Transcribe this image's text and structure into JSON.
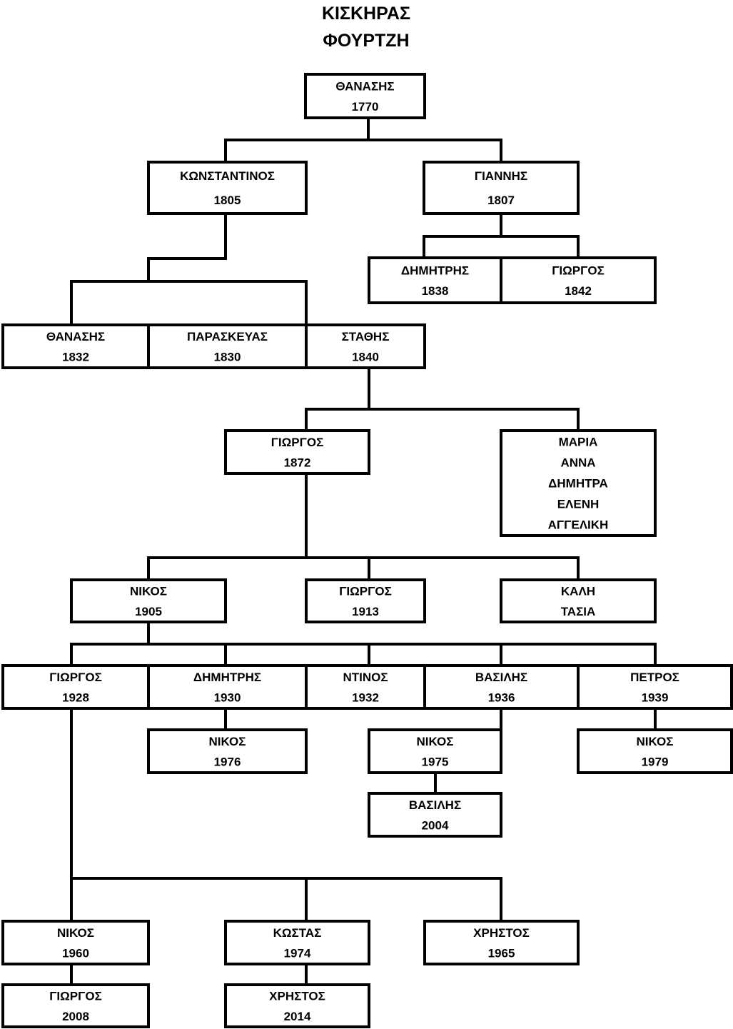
{
  "title": {
    "line1": "ΚΙΣΚΗΡΑΣ",
    "line2": "ΦΟΥΡΤΖΗ"
  },
  "colors": {
    "line": "#000000",
    "box_fill": "#ffffff",
    "text": "#000000"
  },
  "nodes": [
    {
      "id": "n1",
      "lines": [
        "ΘΑΝΑΣΗΣ",
        "1770"
      ]
    },
    {
      "id": "n2",
      "lines": [
        "ΚΩΝΣΤΑΝΤΙΝΟΣ",
        "1805"
      ]
    },
    {
      "id": "n3",
      "lines": [
        "ΓΙΑΝΝΗΣ",
        "1807"
      ]
    },
    {
      "id": "n4",
      "lines": [
        "ΔΗΜΗΤΡΗΣ",
        "1838"
      ]
    },
    {
      "id": "n5",
      "lines": [
        "ΓΙΩΡΓΟΣ",
        "1842"
      ]
    },
    {
      "id": "n6",
      "lines": [
        "ΘΑΝΑΣΗΣ",
        "1832"
      ]
    },
    {
      "id": "n7",
      "lines": [
        "ΠΑΡΑΣΚΕΥΑΣ",
        "1830"
      ]
    },
    {
      "id": "n8",
      "lines": [
        "ΣΤΑΘΗΣ",
        "1840"
      ]
    },
    {
      "id": "n9",
      "lines": [
        "ΓΙΩΡΓΟΣ",
        "1872"
      ]
    },
    {
      "id": "n10",
      "lines": [
        "ΜΑΡΙΑ",
        "ΑΝΝΑ",
        "ΔΗΜΗΤΡΑ",
        "ΕΛΕΝΗ",
        "ΑΓΓΕΛΙΚΗ"
      ]
    },
    {
      "id": "n11",
      "lines": [
        "ΝΙΚΟΣ",
        "1905"
      ]
    },
    {
      "id": "n12",
      "lines": [
        "ΓΙΩΡΓΟΣ",
        "1913"
      ]
    },
    {
      "id": "n13",
      "lines": [
        "ΚΑΛΗ",
        "ΤΑΣΙΑ"
      ]
    },
    {
      "id": "n14",
      "lines": [
        "ΓΙΩΡΓΟΣ",
        "1928"
      ]
    },
    {
      "id": "n15",
      "lines": [
        "ΔΗΜΗΤΡΗΣ",
        "1930"
      ]
    },
    {
      "id": "n16",
      "lines": [
        "ΝΤΙΝΟΣ",
        "1932"
      ]
    },
    {
      "id": "n17",
      "lines": [
        "ΒΑΣΙΛΗΣ",
        "1936"
      ]
    },
    {
      "id": "n18",
      "lines": [
        "ΠΕΤΡΟΣ",
        "1939"
      ]
    },
    {
      "id": "n19",
      "lines": [
        "ΝΙΚΟΣ",
        "1976"
      ]
    },
    {
      "id": "n20",
      "lines": [
        "ΝΙΚΟΣ",
        "1975"
      ]
    },
    {
      "id": "n21",
      "lines": [
        "ΝΙΚΟΣ",
        "1979"
      ]
    },
    {
      "id": "n22",
      "lines": [
        "ΒΑΣΙΛΗΣ",
        "2004"
      ]
    },
    {
      "id": "n23",
      "lines": [
        "ΝΙΚΟΣ",
        "1960"
      ]
    },
    {
      "id": "n24",
      "lines": [
        "ΚΩΣΤΑΣ",
        "1974"
      ]
    },
    {
      "id": "n25",
      "lines": [
        "ΧΡΗΣΤΟΣ",
        "1965"
      ]
    },
    {
      "id": "n26",
      "lines": [
        "ΓΙΩΡΓΟΣ",
        "2008"
      ]
    },
    {
      "id": "n27",
      "lines": [
        "ΧΡΗΣΤΟΣ",
        "2014"
      ]
    }
  ],
  "relations": [
    {
      "parent": "n1",
      "children": [
        "n2",
        "n3"
      ]
    },
    {
      "parent": "n3",
      "children": [
        "n4",
        "n5"
      ]
    },
    {
      "parent": "n2",
      "children": [
        "n6",
        "n7",
        "n8"
      ]
    },
    {
      "parent": "n8",
      "children": [
        "n9",
        "n10"
      ]
    },
    {
      "parent": "n9",
      "children": [
        "n11",
        "n12",
        "n13"
      ]
    },
    {
      "parent": "n11",
      "children": [
        "n14",
        "n15",
        "n16",
        "n17",
        "n18"
      ]
    },
    {
      "parent": "n15",
      "children": [
        "n19"
      ]
    },
    {
      "parent": "n17",
      "children": [
        "n20"
      ]
    },
    {
      "parent": "n20",
      "children": [
        "n22"
      ]
    },
    {
      "parent": "n18",
      "children": [
        "n21"
      ]
    },
    {
      "parent": "n14",
      "children": [
        "n23",
        "n24",
        "n25"
      ]
    },
    {
      "parent": "n23",
      "children": [
        "n26"
      ]
    },
    {
      "parent": "n24",
      "children": [
        "n27"
      ]
    }
  ]
}
